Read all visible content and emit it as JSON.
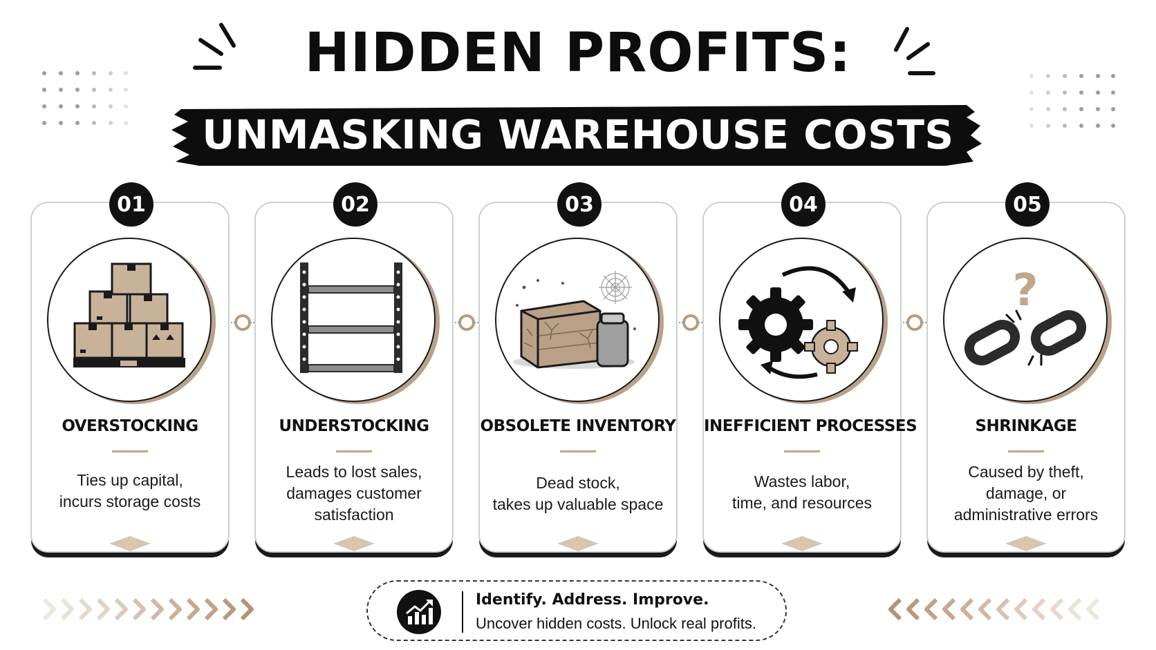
{
  "title": {
    "main": "HIDDEN PROFITS:",
    "sub": "UNMASKING WAREHOUSE COSTS"
  },
  "colors": {
    "ink": "#111111",
    "accent_tan": "#c2a68a",
    "box_brown": "#c9b29a",
    "connector_ring": "#b89a7c"
  },
  "cards": [
    {
      "number": "01",
      "title": "OVERSTOCKING",
      "icon": "stacked-boxes-icon",
      "description": [
        "Ties up capital,",
        "incurs storage costs"
      ]
    },
    {
      "number": "02",
      "title": "UNDERSTOCKING",
      "icon": "empty-shelf-icon",
      "description": [
        "Leads to lost sales,",
        "damages customer",
        "satisfaction"
      ]
    },
    {
      "number": "03",
      "title": "OBSOLETE INVENTORY",
      "icon": "dusty-crate-icon",
      "description": [
        "Dead stock,",
        "takes up valuable space"
      ]
    },
    {
      "number": "04",
      "title": "INEFFICIENT PROCESSES",
      "icon": "gears-icon",
      "description": [
        "Wastes labor,",
        "time, and resources"
      ]
    },
    {
      "number": "05",
      "title": "SHRINKAGE",
      "icon": "broken-chain-icon",
      "description": [
        "Caused by theft,",
        "damage, or",
        "administrative errors"
      ]
    }
  ],
  "banner": {
    "icon": "growth-chart-icon",
    "headline": "Identify. Address. Improve.",
    "subline": "Uncover hidden costs. Unlock real profits."
  }
}
